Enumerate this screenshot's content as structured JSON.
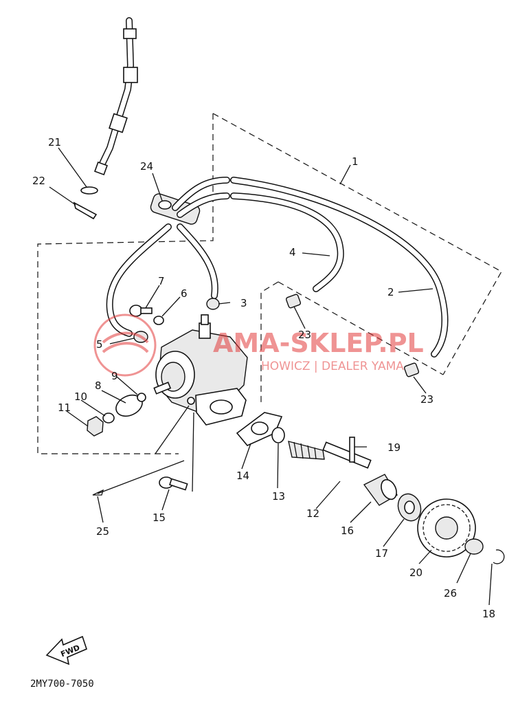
{
  "watermark": {
    "text": "AMA-SKLEP.PL",
    "subtext": "HOWICZ | DEALER YAMA",
    "color": "#e23b3b"
  },
  "callouts": [
    "1",
    "2",
    "3",
    "4",
    "5",
    "6",
    "7",
    "8",
    "9",
    "10",
    "11",
    "12",
    "13",
    "14",
    "15",
    "16",
    "17",
    "18",
    "19",
    "20",
    "21",
    "22",
    "23",
    "23",
    "24",
    "25",
    "26"
  ],
  "fwd_label": "FWD",
  "diagram_code": "2MY700-7050",
  "colors": {
    "line": "#111111",
    "background": "#ffffff",
    "watermark": "#e23b3b"
  }
}
